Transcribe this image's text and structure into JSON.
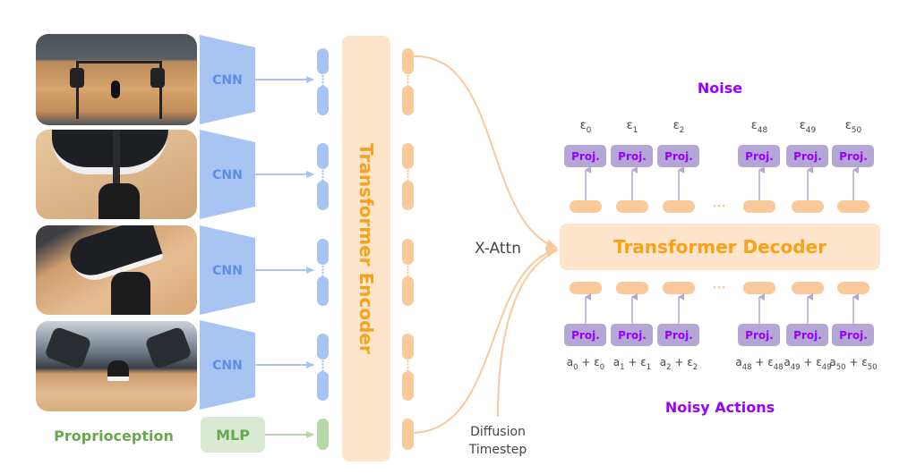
{
  "colors": {
    "cnn_blue": "#a8c4f3",
    "cnn_text": "#5a8ee8",
    "token_blue": "#a8c4f3",
    "encoder_bg": "#fde5cc",
    "encoder_text": "#f7a21b",
    "token_orange": "#f9c99a",
    "mlp_bg": "#d8ead2",
    "mlp_text": "#6aa84f",
    "token_green": "#b6d7a8",
    "proprio_text": "#6aa84f",
    "proj_bg": "#b4a7d6",
    "proj_text": "#9900ff",
    "purple_title": "#9900ff",
    "arrow_purple": "#b4a7d6",
    "label_gray": "#444444"
  },
  "inputs": {
    "camera_views": [
      {
        "name": "overhead-view",
        "encoder": "CNN"
      },
      {
        "name": "left-wrist-view",
        "encoder": "CNN"
      },
      {
        "name": "right-wrist-view",
        "encoder": "CNN"
      },
      {
        "name": "low-front-view",
        "encoder": "CNN"
      }
    ],
    "proprioception": {
      "label": "Proprioception",
      "encoder": "MLP"
    }
  },
  "encoder": {
    "label": "Transformer Encoder"
  },
  "decoder": {
    "label": "Transformer Decoder"
  },
  "labels": {
    "x_attn": "X-Attn",
    "diffusion_line1": "Diffusion",
    "diffusion_line2": "Timestep",
    "noise_title": "Noise",
    "noisy_actions_title": "Noisy Actions",
    "ellipsis": "···"
  },
  "proj_label": "Proj.",
  "outputs": [
    {
      "base": "ε",
      "sub": "0"
    },
    {
      "base": "ε",
      "sub": "1"
    },
    {
      "base": "ε",
      "sub": "2"
    },
    {
      "base": "ε",
      "sub": "48"
    },
    {
      "base": "ε",
      "sub": "49"
    },
    {
      "base": "ε",
      "sub": "50"
    }
  ],
  "inputs_noisy": [
    {
      "a": "a",
      "idx": "0",
      "plus": " + ",
      "e": "ε"
    },
    {
      "a": "a",
      "idx": "1",
      "plus": " + ",
      "e": "ε"
    },
    {
      "a": "a",
      "idx": "2",
      "plus": " + ",
      "e": "ε"
    },
    {
      "a": "a",
      "idx": "48",
      "plus": " + ",
      "e": "ε"
    },
    {
      "a": "a",
      "idx": "49",
      "plus": " + ",
      "e": "ε"
    },
    {
      "a": "a",
      "idx": "50",
      "plus": " + ",
      "e": "ε"
    }
  ]
}
